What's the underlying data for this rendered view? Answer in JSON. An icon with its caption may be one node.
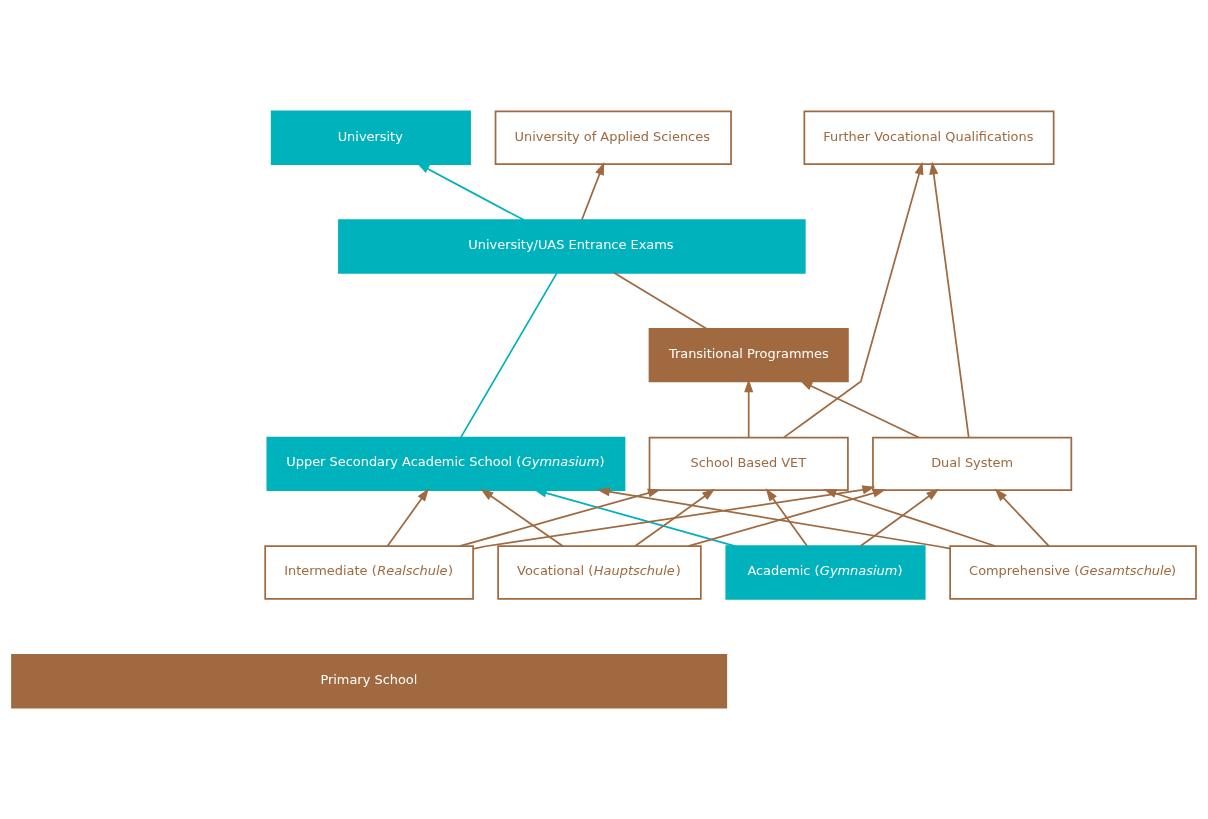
{
  "diagram": {
    "nodes": [
      {
        "text": [
          "University"
        ]
      },
      {
        "text": [
          "University of Applied Sciences"
        ]
      },
      {
        "text": [
          "Further Vocational Qualifications"
        ]
      },
      {
        "text": [
          "University/UAS Entrance Exams"
        ]
      },
      {
        "text": [
          "Transitional Programmes"
        ]
      },
      {
        "text": [
          "Upper Secondary Academic School (*Gymnasium*)"
        ]
      },
      {
        "text": [
          "School Based VET"
        ]
      },
      {
        "text": [
          "Dual System"
        ]
      },
      {
        "text": [
          "Academic (*Gymnasium*)"
        ]
      },
      {
        "text": [
          "Comprehensive (*Gesamtschule*)"
        ]
      },
      {
        "text": [
          "Intermediate (*Realschule*)"
        ]
      },
      {
        "text": [
          "Vocational (*Hauptschule*)"
        ]
      },
      {
        "text": [
          "Primary School"
        ]
      }
    ],
    "edges": [
      {
        "from": 3,
        "to": 0,
        "arrow": "to",
        "color": "#00b2bb"
      },
      {
        "from": 5,
        "to": 3,
        "arrow": "none",
        "color": "#00b2bb"
      },
      {
        "from": 4,
        "to": 3,
        "arrow": "none"
      },
      {
        "from": 3,
        "to": 1,
        "arrow": "to"
      },
      {
        "from": 6,
        "to": 4,
        "arrow": "to"
      },
      {
        "from": 6,
        "to": 2,
        "arrow": "to"
      },
      {
        "from": 7,
        "to": 4,
        "arrow": "to"
      },
      {
        "from": 7,
        "to": 2,
        "arrow": "to"
      },
      {
        "from": 8,
        "to": 5,
        "arrow": "to",
        "color": "#00b2bb"
      },
      {
        "from": 8,
        "to": 6,
        "arrow": "to"
      },
      {
        "from": 8,
        "to": 7,
        "arrow": "to"
      },
      {
        "from": 9,
        "to": 5,
        "arrow": "to"
      },
      {
        "from": 9,
        "to": 6,
        "arrow": "to"
      },
      {
        "from": 9,
        "to": 7,
        "arrow": "to"
      },
      {
        "from": 10,
        "to": 5,
        "arrow": "to"
      },
      {
        "from": 10,
        "to": 6,
        "arrow": "to"
      },
      {
        "from": 10,
        "to": 7,
        "arrow": "to"
      },
      {
        "from": 11,
        "to": 5,
        "arrow": "to"
      },
      {
        "from": 11,
        "to": 6,
        "arrow": "to"
      },
      {
        "from": 11,
        "to": 7,
        "arrow": "to"
      }
    ]
  }
}
